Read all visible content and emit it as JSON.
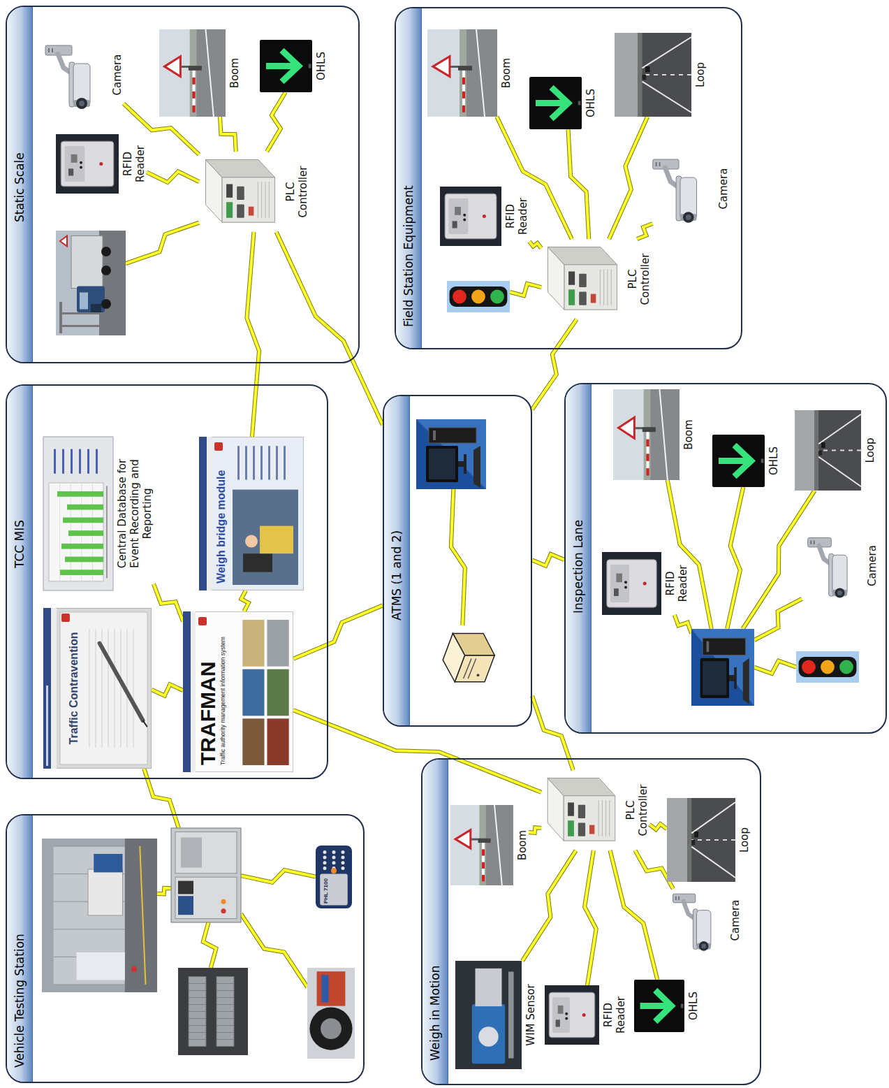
{
  "diagram": {
    "nodes": [
      {
        "text": [
          "Static Scale"
        ]
      },
      {
        "text": [
          "Camera"
        ],
        "in": 0
      },
      {
        "text": [
          "Boom"
        ],
        "in": 0
      },
      {
        "text": [
          "OHLS"
        ],
        "in": 0
      },
      {
        "text": [
          "RFID Reader"
        ],
        "in": 0
      },
      {
        "text": [
          "PLC Controller"
        ],
        "in": 0
      },
      {
        "text": [
          "TCC MIS"
        ]
      },
      {
        "text": [
          "Traffic Contravention"
        ],
        "in": 6
      },
      {
        "text": [
          "TRAFMAN",
          "Traffic authority management information system"
        ],
        "in": 6
      },
      {
        "text": [
          "Central Database for Event Recording and Reporting"
        ],
        "in": 6
      },
      {
        "text": [
          "Weigh bridge module"
        ],
        "in": 6
      },
      {
        "text": [
          "Vehicle Testing Station"
        ]
      },
      {
        "text": [
          "Field Station Equipment"
        ]
      },
      {
        "text": [
          "Boom"
        ],
        "in": 12
      },
      {
        "text": [
          "OHLS"
        ],
        "in": 12
      },
      {
        "text": [
          "Loop"
        ],
        "in": 12
      },
      {
        "text": [
          "Camera"
        ],
        "in": 12
      },
      {
        "text": [
          "RFID Reader"
        ],
        "in": 12
      },
      {
        "text": [
          "PLC Controller"
        ],
        "in": 12
      },
      {
        "text": [
          "ATMS (1 and 2)"
        ]
      },
      {
        "text": [
          "Inspection Lane"
        ]
      },
      {
        "text": [
          "Boom"
        ],
        "in": 20
      },
      {
        "text": [
          "OHLS"
        ],
        "in": 20
      },
      {
        "text": [
          "Loop"
        ],
        "in": 20
      },
      {
        "text": [
          "RFID Reader"
        ],
        "in": 20
      },
      {
        "text": [
          "Camera"
        ],
        "in": 20
      },
      {
        "text": [
          "Weigh in Motion"
        ]
      },
      {
        "text": [
          "Boom"
        ],
        "in": 26
      },
      {
        "text": [
          "PLC Controller"
        ],
        "in": 26
      },
      {
        "text": [
          "Loop"
        ],
        "in": 26
      },
      {
        "text": [
          "Camera"
        ],
        "in": 26
      },
      {
        "text": [
          "OHLS"
        ],
        "in": 26
      },
      {
        "text": [
          "RFID Reader"
        ],
        "in": 26
      },
      {
        "text": [
          "WIM Sensor"
        ],
        "in": 26
      }
    ],
    "edges": [
      {
        "from": 1,
        "to": 5,
        "arrow": "none"
      },
      {
        "from": 2,
        "to": 5,
        "arrow": "none"
      },
      {
        "from": 3,
        "to": 5,
        "arrow": "none"
      },
      {
        "from": 4,
        "to": 5,
        "arrow": "none"
      },
      {
        "from": 8,
        "to": 7,
        "arrow": "none"
      },
      {
        "from": 8,
        "to": 9,
        "arrow": "none"
      },
      {
        "from": 8,
        "to": 10,
        "arrow": "none"
      },
      {
        "from": 10,
        "to": 5,
        "arrow": "none"
      },
      {
        "from": 5,
        "to": 19,
        "arrow": "none"
      },
      {
        "from": 8,
        "to": 19,
        "arrow": "none"
      },
      {
        "from": 8,
        "to": 28,
        "arrow": "none"
      },
      {
        "from": 19,
        "to": 18,
        "arrow": "none"
      },
      {
        "from": 19,
        "to": 20,
        "arrow": "none"
      },
      {
        "from": 19,
        "to": 28,
        "arrow": "none"
      },
      {
        "from": 13,
        "to": 18,
        "arrow": "none"
      },
      {
        "from": 14,
        "to": 18,
        "arrow": "none"
      },
      {
        "from": 15,
        "to": 18,
        "arrow": "none"
      },
      {
        "from": 16,
        "to": 18,
        "arrow": "none"
      },
      {
        "from": 17,
        "to": 18,
        "arrow": "none"
      },
      {
        "from": 27,
        "to": 28,
        "arrow": "none"
      },
      {
        "from": 29,
        "to": 28,
        "arrow": "none"
      },
      {
        "from": 30,
        "to": 28,
        "arrow": "none"
      },
      {
        "from": 31,
        "to": 28,
        "arrow": "none"
      },
      {
        "from": 32,
        "to": 28,
        "arrow": "none"
      },
      {
        "from": 33,
        "to": 28,
        "arrow": "none"
      }
    ],
    "labels": [
      "PHL 7100"
    ]
  }
}
